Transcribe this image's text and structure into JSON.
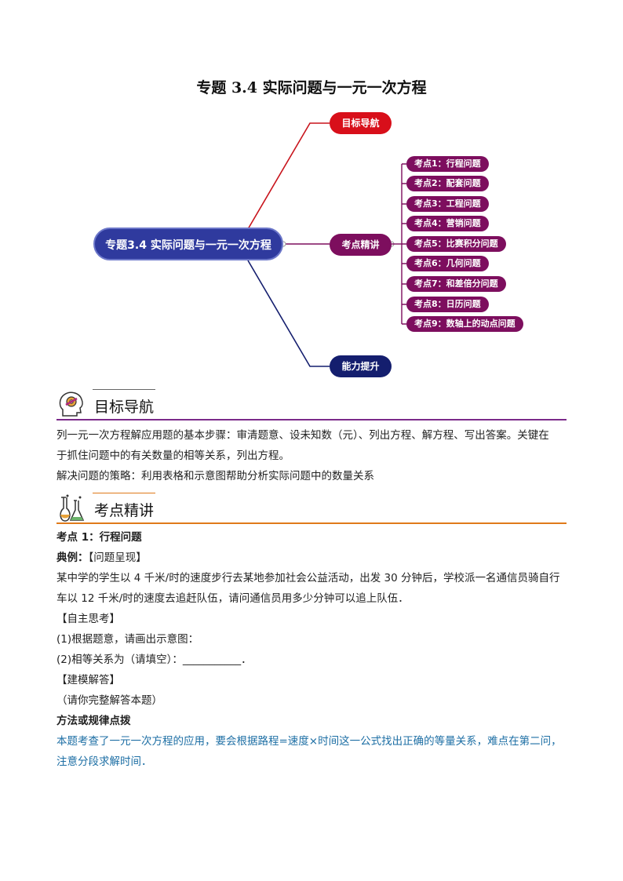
{
  "title": "专题 3.4  实际问题与一元一次方程",
  "mindmap": {
    "root": "专题3.4 实际问题与一元一次方程",
    "branches": [
      "目标导航",
      "考点精讲",
      "能力提升"
    ],
    "leaves": [
      "考点1：行程问题",
      "考点2：配套问题",
      "考点3：工程问题",
      "考点4：营销问题",
      "考点5：比赛积分问题",
      "考点6：几何问题",
      "考点7：和差倍分问题",
      "考点8：日历问题",
      "考点9：数轴上的动点问题"
    ]
  },
  "section1": {
    "heading": "目标导航",
    "para1_line1": "列一元一次方程解应用题的基本步骤：审清题意、设未知数（元）、列出方程、解方程、写出答案。关键在",
    "para1_line2": "于抓住问题中的有关数量的相等关系，列出方程。",
    "para2": "解决问题的策略：利用表格和示意图帮助分析实际问题中的数量关系"
  },
  "section2": {
    "heading": "考点精讲",
    "point_title": "考点 1：行程问题",
    "example_label": "典例：",
    "example_tag": "【问题呈现】",
    "problem_line1": "某中学的学生以 4 千米/时的速度步行去某地参加社会公益活动，出发 30 分钟后，学校派一名通信员骑自行",
    "problem_line2": "车以 12 千米/时的速度去追赶队伍，请问通信员用多少分钟可以追上队伍．",
    "think_tag": "【自主思考】",
    "q1": "(1)根据题意，请画出示意图：",
    "q2": "(2)相等关系为（请填空）：___________．",
    "model_tag": "【建模解答】",
    "model_note": "（请你完整解答本题）",
    "method_title": "方法或规律点拨",
    "method_line1": "本题考查了一元一次方程的应用，要会根据路程=速度×时间这一公式找出正确的等量关系，难点在第二问，",
    "method_line2": "注意分段求解时间．"
  },
  "colors": {
    "root": "#2f3a9e",
    "red": "#d80f1a",
    "purple": "#7d0e5e",
    "navy": "#141e6e",
    "section_bar": "#7b2a8a",
    "section_bar2": "#e07a1a",
    "method_text": "#1c6ea4"
  }
}
